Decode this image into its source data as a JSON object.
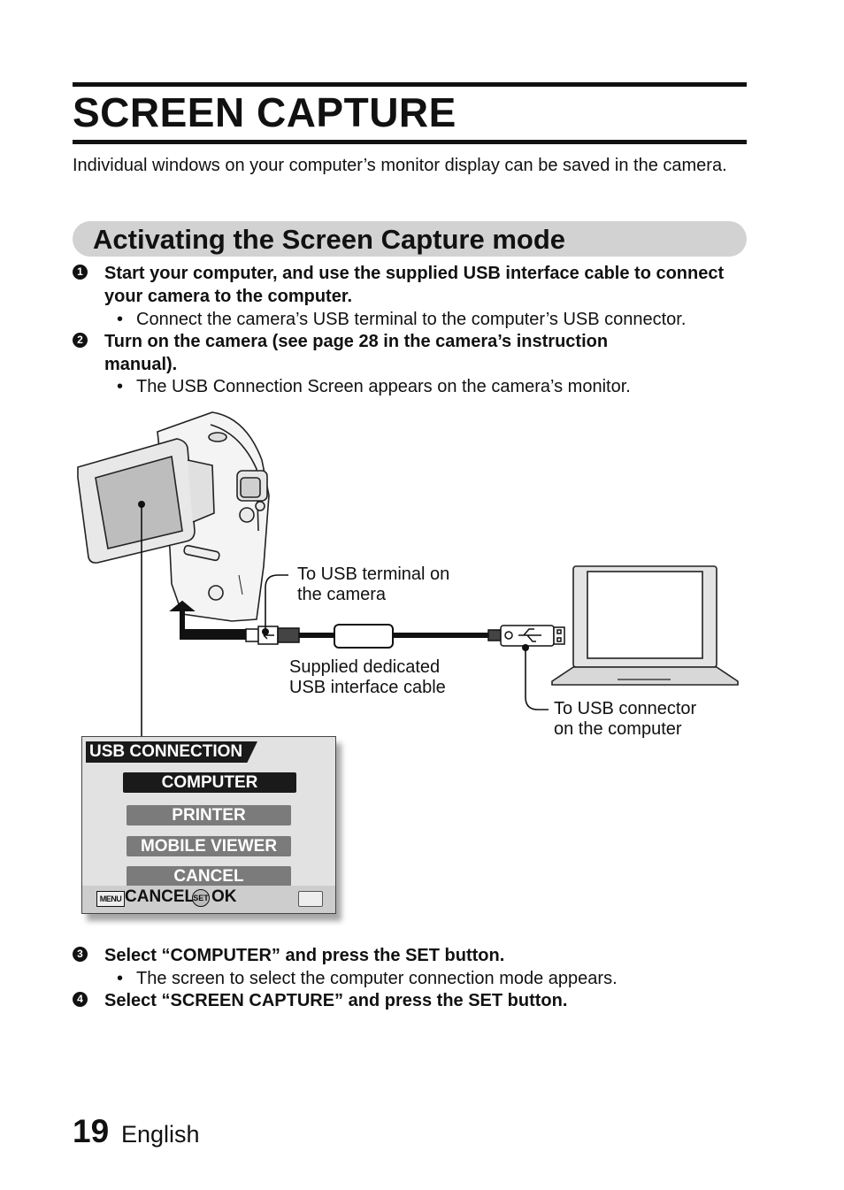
{
  "page": {
    "title": "SCREEN CAPTURE",
    "intro": "Individual windows on your computer’s monitor display can be saved in the camera.",
    "section_heading": "Activating the Screen Capture mode",
    "steps": [
      {
        "num": "1",
        "text": "Start your computer, and use the supplied USB interface cable to connect your camera to the computer.",
        "bullet": "Connect the camera’s USB terminal to the computer’s USB connector."
      },
      {
        "num": "2",
        "text": "Turn on the camera (see page 28 in the camera’s instruction manual).",
        "bullet": "The USB Connection Screen appears on the camera’s monitor."
      },
      {
        "num": "3",
        "text": "Select “COMPUTER” and press the SET button.",
        "bullet": "The screen to select the computer connection mode appears."
      },
      {
        "num": "4",
        "text": "Select “SCREEN CAPTURE” and press the SET button."
      }
    ],
    "bullet_mark": "•",
    "footer": {
      "page_number": "19",
      "language": "English"
    }
  },
  "diagram": {
    "labels": {
      "usb_terminal_line1": "To USB terminal on",
      "usb_terminal_line2": "the camera",
      "cable_line1": "Supplied dedicated",
      "cable_line2": "USB interface cable",
      "usb_connector_line1": "To USB connector",
      "usb_connector_line2": "on the computer"
    },
    "menu": {
      "header": "USB CONNECTION",
      "selected": "COMPUTER",
      "options": [
        "PRINTER",
        "MOBILE VIEWER",
        "CANCEL"
      ],
      "footer_menu_icon": "MENU",
      "footer_cancel": "CANCEL",
      "footer_set_icon": "SET",
      "footer_ok": "OK"
    }
  }
}
